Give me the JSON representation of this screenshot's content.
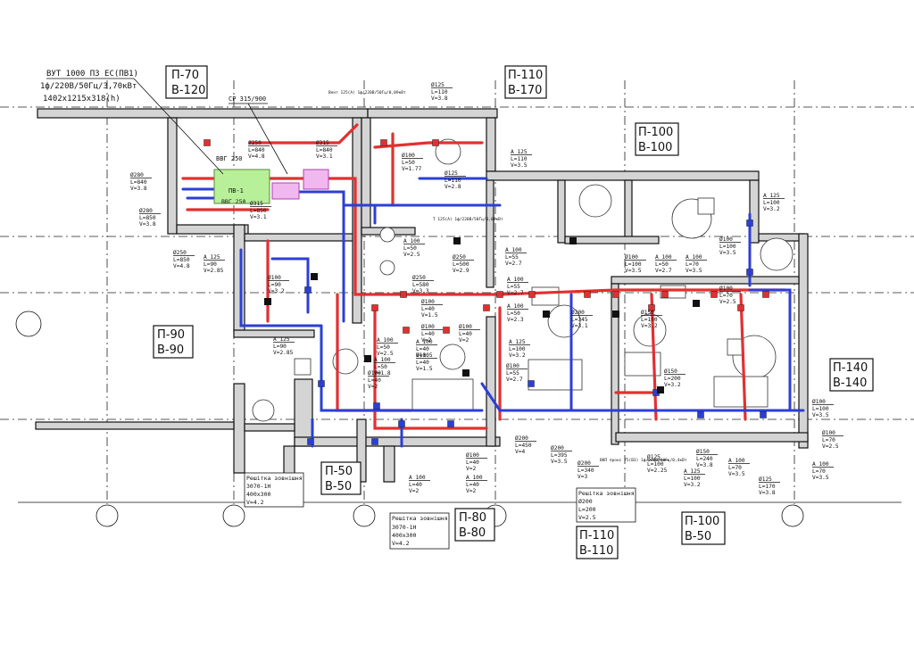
{
  "drawing": {
    "unit": {
      "line1": "ВУТ 1000 ПЗ ЕС(ПВ1)",
      "line2": "1ф/220В/50Гц/3,70кВт",
      "line3": "1402х1215х318(h)"
    },
    "sp_label": "СР 315/900",
    "pv_label": "ПВ-1",
    "vvg_top": "ВВГ 250",
    "vvg_bottom": "ВВГ 250",
    "small_unit": "Вент 125(А) 1ф/220В/50Гц/0,09кВт",
    "small_unit2": "Т 125(А) 1ф/220В/50Гц/0,09кВт",
    "small_unit3": "ВКП прокс 75(ВЗ) 1ф/220В/50Гц/0,4кВт",
    "grille1": {
      "line1": "Решітка зовнішня",
      "line2": "3070-1Н",
      "line3": "400х300",
      "line4": "V=4.2"
    },
    "grille2": {
      "line1": "Решітка зовнішня",
      "line2": "3070-1Н",
      "line3": "400х300",
      "line4": "V=4.2"
    },
    "grille3": {
      "line1": "Решітка зовнішня",
      "line2": "Ø200",
      "line3": "L=200",
      "line4": "V=2.5"
    },
    "rooms": [
      {
        "p": "П-70",
        "b": "В-120"
      },
      {
        "p": "П-110",
        "b": "В-170"
      },
      {
        "p": "П-100",
        "b": "В-100"
      },
      {
        "p": "П-90",
        "b": "В-90"
      },
      {
        "p": "П-140",
        "b": "В-140"
      },
      {
        "p": "П-50",
        "b": "В-50"
      },
      {
        "p": "П-80",
        "b": "В-80"
      },
      {
        "p": "П-110",
        "b": "В-110"
      },
      {
        "p": "П-100",
        "b": "В-50"
      }
    ],
    "annotations": [
      {
        "d": "Ø280",
        "l": "L=840",
        "v": "V=3.8"
      },
      {
        "d": "Ø280",
        "l": "L=850",
        "v": "V=3.8"
      },
      {
        "d": "Ø250",
        "l": "L=840",
        "v": "V=4.8"
      },
      {
        "d": "Ø315",
        "l": "L=840",
        "v": "V=3.1"
      },
      {
        "d": "Ø315",
        "l": "L=850",
        "v": "V=3.1"
      },
      {
        "d": "Ø250",
        "l": "L=850",
        "v": "V=4.8"
      },
      {
        "d": "А 125",
        "l": "L=90",
        "v": "V=2.85"
      },
      {
        "d": "Ø100",
        "l": "L=90",
        "v": "V=3.2"
      },
      {
        "d": "А 125",
        "l": "L=90",
        "v": "V=2.85"
      },
      {
        "d": "Ø125",
        "l": "L=110",
        "v": "V=3.8"
      },
      {
        "d": "Ø100",
        "l": "L=50",
        "v": "V=1.77"
      },
      {
        "d": "Ø125",
        "l": "L=110",
        "v": "V=2.8"
      },
      {
        "d": "А 125",
        "l": "L=110",
        "v": "V=3.5"
      },
      {
        "d": "Ø250",
        "l": "L=500",
        "v": "V=2.9"
      },
      {
        "d": "А 100",
        "l": "L=50",
        "v": "V=2.5"
      },
      {
        "d": "Ø250",
        "l": "L=580",
        "v": "V=3.3"
      },
      {
        "d": "А 100",
        "l": "L=55",
        "v": "V=2.7"
      },
      {
        "d": "Ø100",
        "l": "L=100",
        "v": "V=3.5"
      },
      {
        "d": "А 100",
        "l": "L=50",
        "v": "V=2.7"
      },
      {
        "d": "А 100",
        "l": "L=70",
        "v": "V=3.5"
      },
      {
        "d": "А 125",
        "l": "L=100",
        "v": "V=3.2"
      },
      {
        "d": "Ø100",
        "l": "L=100",
        "v": "V=3.5"
      },
      {
        "d": "Ø100",
        "l": "L=70",
        "v": "V=2.5"
      },
      {
        "d": "Ø200",
        "l": "L=345",
        "v": "V=3.1"
      },
      {
        "d": "Ø150",
        "l": "L=100",
        "v": "V=3.2"
      },
      {
        "d": "Ø150",
        "l": "L=200",
        "v": "V=3.2"
      },
      {
        "d": "Ø100",
        "l": "L=40",
        "v": "V=2"
      },
      {
        "d": "А 100",
        "l": "L=40",
        "v": "V=1.5"
      },
      {
        "d": "Ø100",
        "l": "L=40",
        "v": "V=1.5"
      },
      {
        "d": "А 100",
        "l": "L=50",
        "v": "V=2.5"
      },
      {
        "d": "Ø100",
        "l": "L=40",
        "v": "V=2"
      },
      {
        "d": "Ø100",
        "l": "L=40",
        "v": "V=1.5"
      },
      {
        "d": "Ø100",
        "l": "L=40",
        "v": "V=2"
      },
      {
        "d": "А 100",
        "l": "L=40",
        "v": "V=2"
      },
      {
        "d": "А 100",
        "l": "L=40",
        "v": "V=2"
      },
      {
        "d": "Ø200",
        "l": "L=450",
        "v": "V=4"
      },
      {
        "d": "Ø200",
        "l": "L=395",
        "v": "V=3.5"
      },
      {
        "d": "Ø200",
        "l": "L=340",
        "v": "V=3"
      },
      {
        "d": "Ø125",
        "l": "L=100",
        "v": "V=2.25"
      },
      {
        "d": "А 125",
        "l": "L=100",
        "v": "V=3.2"
      },
      {
        "d": "А 100",
        "l": "L=70",
        "v": "V=3.5"
      },
      {
        "d": "Ø150",
        "l": "L=240",
        "v": "V=3.8"
      },
      {
        "d": "Ø125",
        "l": "L=170",
        "v": "V=3.8"
      },
      {
        "d": "Ø100",
        "l": "L=100",
        "v": "V=3.5"
      },
      {
        "d": "Ø100",
        "l": "L=70",
        "v": "V=2.5"
      },
      {
        "d": "А 100",
        "l": "L=70",
        "v": "V=3.5"
      },
      {
        "d": "А 125",
        "l": "L=100",
        "v": "V=3.2"
      },
      {
        "d": "А 100",
        "l": "L=55",
        "v": "V=2.7"
      },
      {
        "d": "А 100",
        "l": "L=50",
        "v": "V=2.3"
      },
      {
        "d": "Ø100",
        "l": "L=40",
        "v": "V=2"
      },
      {
        "d": "А 100",
        "l": "L=50",
        "v": "V=1.8"
      },
      {
        "d": "Ø100",
        "l": "L=55",
        "v": "V=2.7"
      }
    ]
  },
  "colors": {
    "supply": "#e23030",
    "exhaust": "#2b3fd6",
    "fan": "#9be07a",
    "damper": "#e06ad8"
  }
}
